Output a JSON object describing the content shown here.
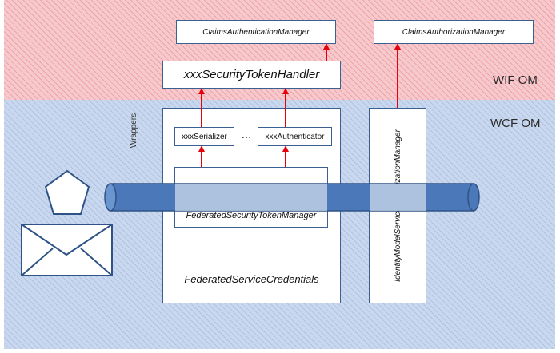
{
  "layers": {
    "wif_label": "WIF OM",
    "wcf_label": "WCF OM"
  },
  "boxes": {
    "claims_authentication_manager": "ClaimsAuthenticationManager",
    "claims_authorization_manager": "ClaimsAuthorizationManager",
    "security_token_handler": "xxxSecurityTokenHandler",
    "serializer": "xxxSerializer",
    "ellipsis": "…",
    "authenticator": "xxxAuthenticator",
    "token_manager": "FederatedSecurityTokenManager",
    "service_credentials": "FederatedServiceCredentials",
    "authorization_manager": "IdentityModelServiceAuthorizationManager"
  },
  "wrappers_label": "Wrappers",
  "colors": {
    "wif_band": "#f6c9cd",
    "wcf_band": "#c9d8ee",
    "box_border": "#3a5f91",
    "pipe": "#4a78b8",
    "arrow": "#e8000b"
  },
  "icons": [
    "pentagon-icon",
    "envelope-icon"
  ]
}
